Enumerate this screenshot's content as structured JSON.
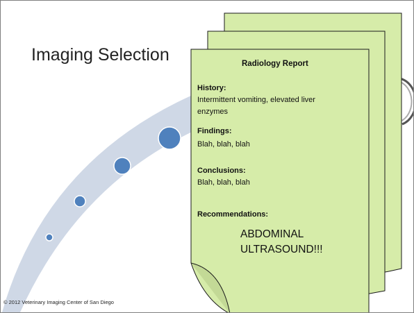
{
  "slide": {
    "title": "Imaging Selection",
    "footer": "© 2012 Veterinary Imaging Center of San Diego"
  },
  "report": {
    "title": "Radiology Report",
    "history_label": "History:",
    "history_text_line1": "Intermittent vomiting, elevated liver",
    "history_text_line2": "enzymes",
    "findings_label": "Findings:",
    "findings_text": "Blah, blah, blah",
    "conclusions_label": "Conclusions:",
    "conclusions_text": "Blah, blah, blah",
    "recommendations_label": "Recommendations:",
    "recommendation_line1": "ABDOMINAL",
    "recommendation_line2": "ULTRASOUND!!!"
  },
  "colors": {
    "page_fill": "#d6eca9",
    "page_stroke": "#1a1a1a",
    "arc_fill": "#cfd8e6",
    "dot_fill": "#4f81bd",
    "dot_stroke": "#ffffff"
  }
}
